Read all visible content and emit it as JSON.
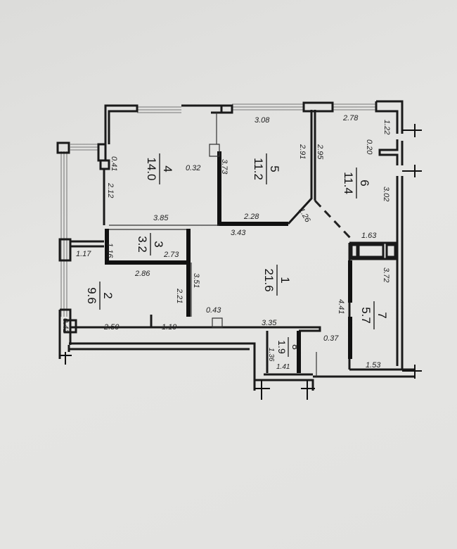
{
  "rooms": [
    {
      "number": "1",
      "area": "21.6"
    },
    {
      "number": "2",
      "area": "9.6"
    },
    {
      "number": "3",
      "area": "3.2"
    },
    {
      "number": "4",
      "area": "14.0"
    },
    {
      "number": "5",
      "area": "11.2"
    },
    {
      "number": "6",
      "area": "11.4"
    },
    {
      "number": "7",
      "area": "5.7"
    },
    {
      "number": "8",
      "area": "1.9"
    }
  ],
  "dimensions": {
    "r4_window_pier": "0.41",
    "r4_niche": "0.32",
    "r4_left": "2.12",
    "r4_bottom": "3.85",
    "r5_top": "3.08",
    "r5_left": "3.73",
    "r5_right": "2.91",
    "r5_bottom": "2.28",
    "r5_diag": "1.26",
    "r6_left": "2.95",
    "r6_top": "2.78",
    "r6_top_right": "1.22",
    "r6_jog": "0.20",
    "r6_right": "3.02",
    "r6_bottom": "1.63",
    "r1_top": "3.43",
    "r1_left": "3.51",
    "r1_column": "0.43",
    "r1_bottom": "3.35",
    "r1_right": "4.41",
    "r1_door": "0.37",
    "r3_side": "1.17",
    "r3_left": "1.16",
    "r3_bottom": "2.73",
    "r2_top": "2.86",
    "r2_right": "2.21",
    "r2_bottom_left": "2.50",
    "r2_bottom_right": "1.19",
    "r2_pier": "0.41",
    "r7_right": "3.72",
    "r7_bottom": "1.53",
    "r8_left": "1.36",
    "r8_bottom": "1.41"
  }
}
